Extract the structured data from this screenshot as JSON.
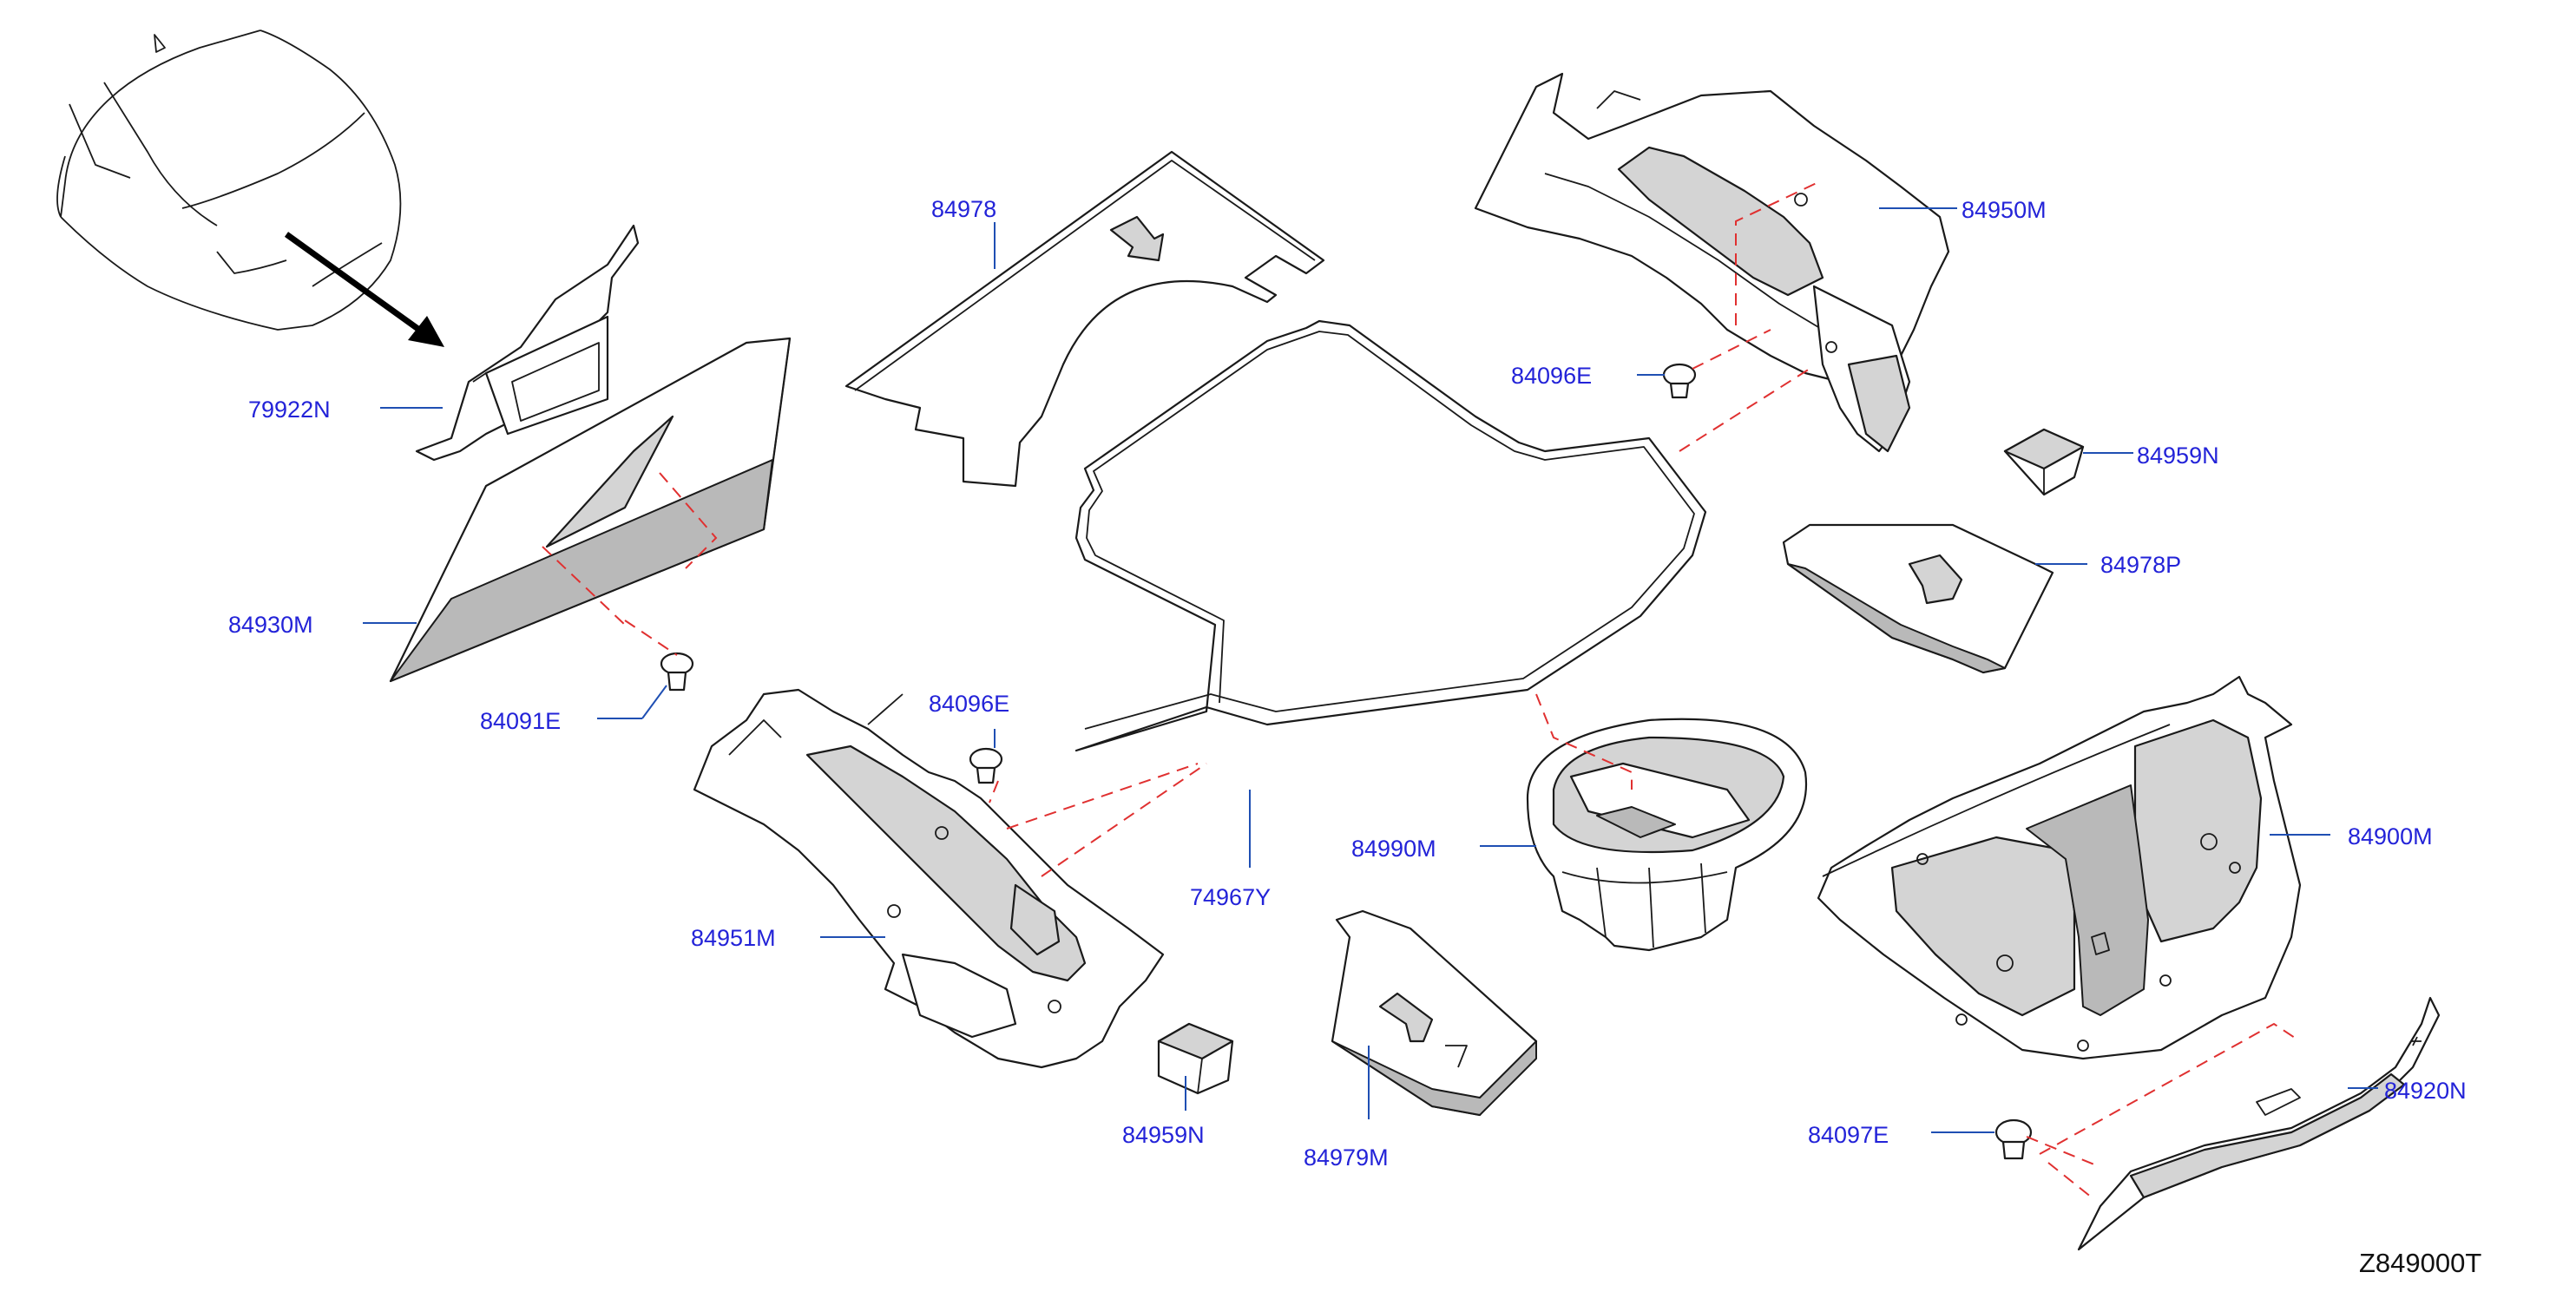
{
  "diagram": {
    "code": "Z849000T",
    "line_color": "#1a1a1a",
    "label_color": "#2323d8",
    "dash_color": "#e03030",
    "labels": {
      "p79922N": "79922N",
      "p84930M": "84930M",
      "p84091E": "84091E",
      "p84978": "84978",
      "p84096E_top": "84096E",
      "p84096E_mid": "84096E",
      "p84950M": "84950M",
      "p84959N_right": "84959N",
      "p84978P": "84978P",
      "p84951M": "84951M",
      "p74967Y": "74967Y",
      "p84990M": "84990M",
      "p84900M": "84900M",
      "p84959N_bottom": "84959N",
      "p84979M": "84979M",
      "p84920N": "84920N",
      "p84097E": "84097E"
    }
  }
}
